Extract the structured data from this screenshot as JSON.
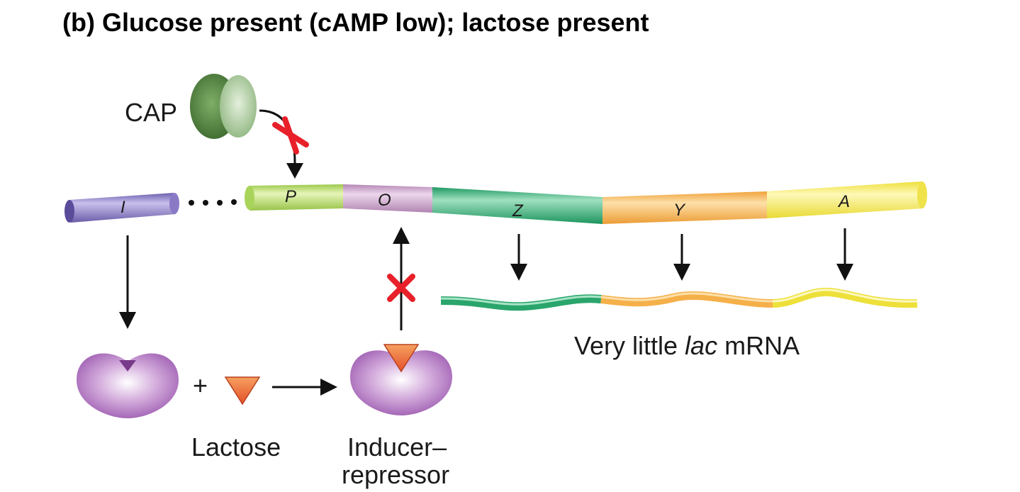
{
  "title": "(b) Glucose present (cAMP low); lactose present",
  "labels": {
    "cap": "CAP",
    "plus": "+",
    "lactose": "Lactose",
    "inducer_line1": "Inducer–",
    "inducer_line2": "repressor",
    "mrna_prefix": "Very little ",
    "mrna_italic": "lac",
    "mrna_suffix": " mRNA"
  },
  "genes": {
    "i": "I",
    "p": "P",
    "o": "O",
    "z": "Z",
    "y": "Y",
    "a": "A"
  },
  "colors": {
    "i_gene": "#8c7cc8",
    "p_region": "#b8dc6a",
    "o_region": "#c59bc4",
    "z_gene": "#34b37a",
    "y_gene": "#f5b04a",
    "a_gene": "#f2e64a",
    "cap_dark": "#4a7a38",
    "cap_light": "#a9c99b",
    "repressor": "#a565b5",
    "lactose": "#f07a3a",
    "blocked_x": "#e8202a"
  }
}
